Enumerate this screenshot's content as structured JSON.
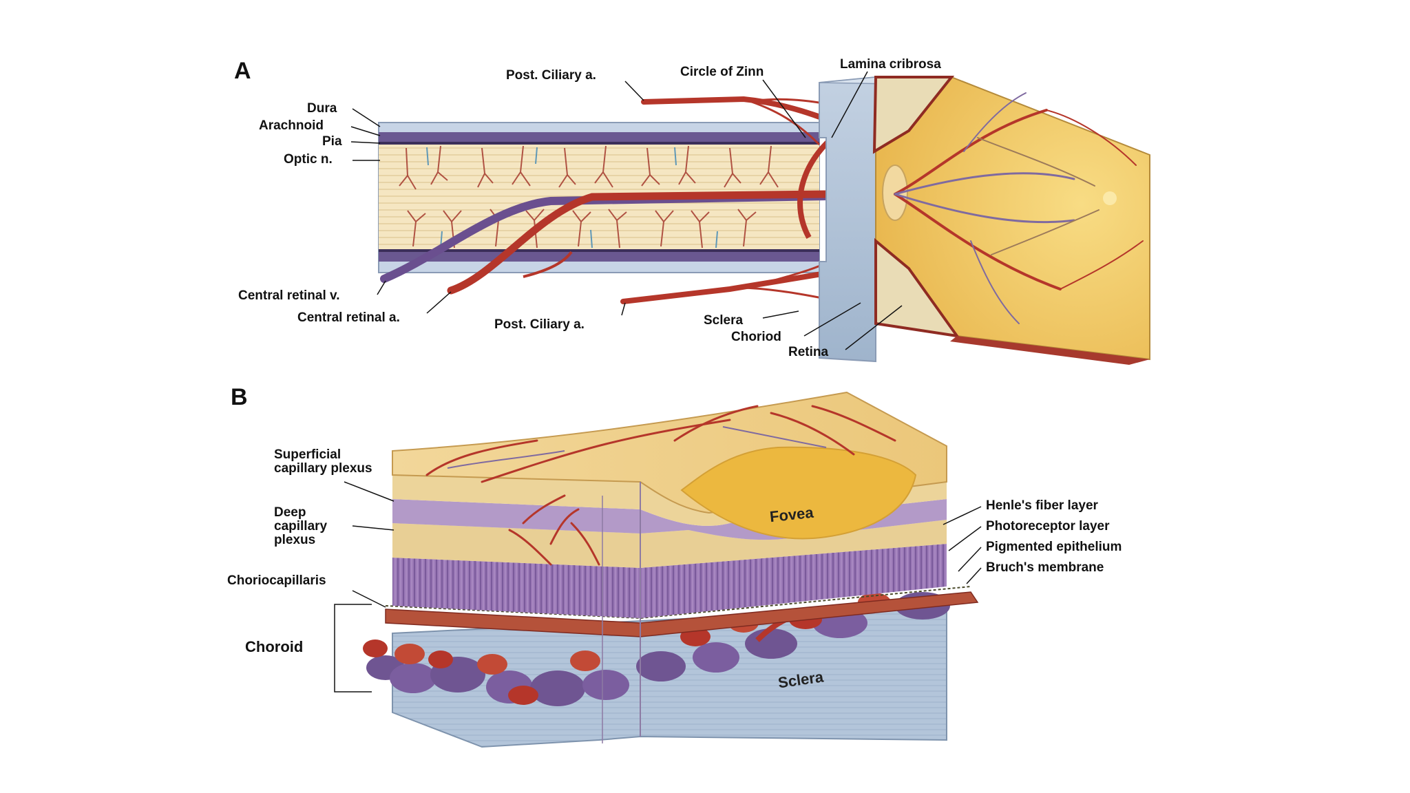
{
  "panel_a": {
    "letter": "A",
    "labels": {
      "dura": "Dura",
      "arachnoid": "Arachnoid",
      "pia": "Pia",
      "optic_n": "Optic n.",
      "central_retinal_v": "Central retinal v.",
      "central_retinal_a": "Central retinal a.",
      "post_ciliary_a_top": "Post. Ciliary a.",
      "post_ciliary_a_bottom": "Post. Ciliary a.",
      "circle_of_zinn": "Circle of Zinn",
      "lamina_cribrosa": "Lamina cribrosa",
      "sclera": "Sclera",
      "choriod": "Choriod",
      "retina": "Retina"
    }
  },
  "panel_b": {
    "letter": "B",
    "labels": {
      "superficial_capillary_plexus": "Superficial capillary plexus",
      "deep_capillary_plexus": "Deep capillary plexus",
      "choriocapillaris": "Choriocapillaris",
      "choroid": "Choroid",
      "henles_fiber_layer": "Henle's fiber layer",
      "photoreceptor_layer": "Photoreceptor layer",
      "pigmented_epithelium": "Pigmented epithelium",
      "bruchs_membrane": "Bruch's membrane",
      "fovea": "Fovea",
      "sclera": "Sclera"
    }
  },
  "colors": {
    "artery": "#b5362a",
    "vein": "#6a4f8f",
    "nerve": "#f3e2b8",
    "retina_fill": "#eec45c",
    "sclera_blue": "#c9d6e6",
    "choroid_purple": "#8a6aa8",
    "line": "#111111"
  }
}
